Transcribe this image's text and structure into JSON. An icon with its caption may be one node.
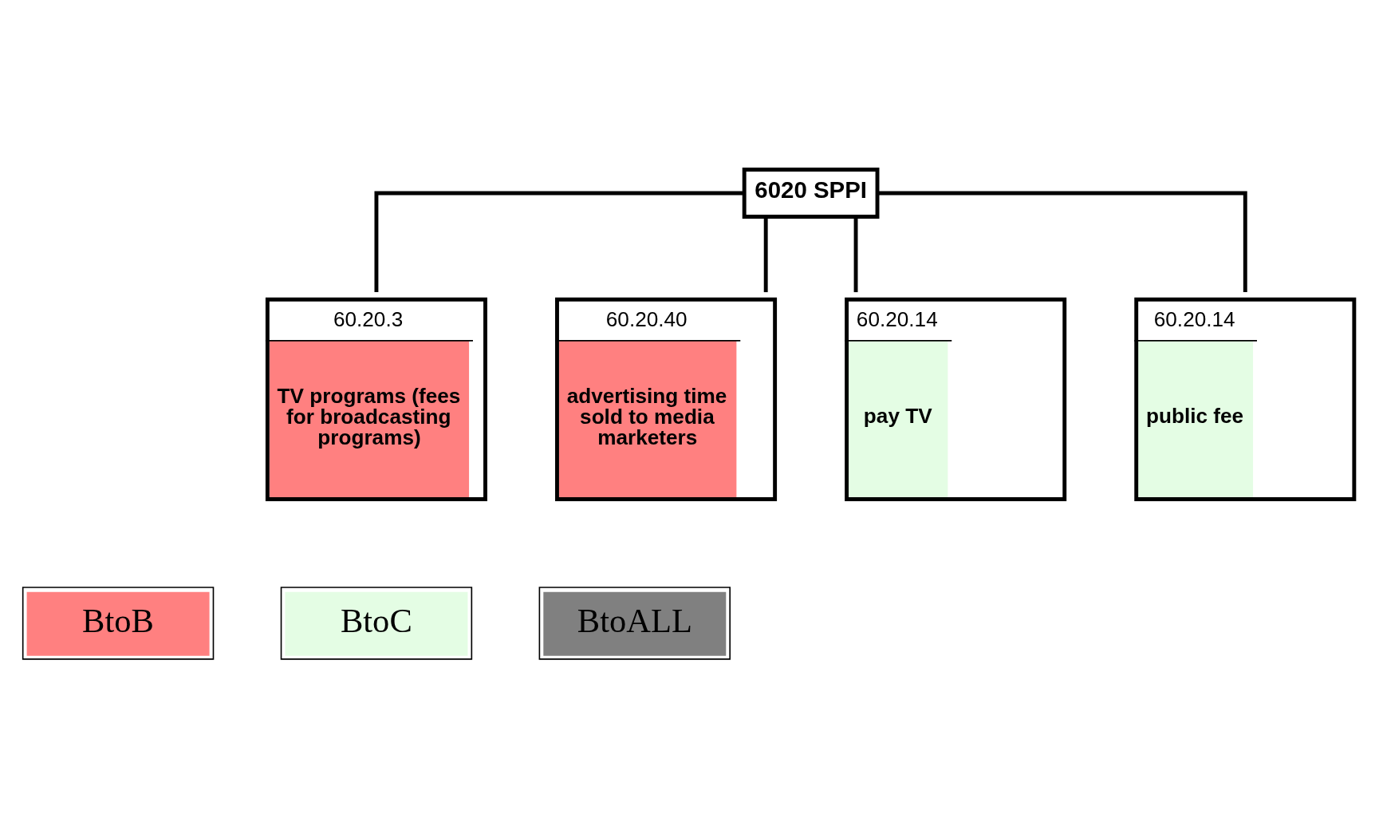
{
  "diagram": {
    "nodes": [
      {
        "text": [
          "6020 SPPI"
        ]
      },
      {
        "text": [
          "60.20.3",
          "TV programs (fees for broadcasting programs)"
        ]
      },
      {
        "text": [
          "60.20.40",
          "advertising time sold to media marketers"
        ]
      },
      {
        "text": [
          "60.20.14",
          "pay TV"
        ]
      },
      {
        "text": [
          "60.20.14",
          "public fee"
        ]
      }
    ],
    "edges": [
      {
        "from": 0,
        "to": 1,
        "arrow": "none"
      },
      {
        "from": 0,
        "to": 2,
        "arrow": "none"
      },
      {
        "from": 0,
        "to": 3,
        "arrow": "none"
      },
      {
        "from": 0,
        "to": 4,
        "arrow": "none"
      }
    ],
    "legend": [
      {
        "text": "BtoB",
        "color": "#ff8080"
      },
      {
        "text": "BtoC",
        "color": "#e4fde4"
      },
      {
        "text": "BtoALL",
        "color": "#808080"
      }
    ]
  }
}
